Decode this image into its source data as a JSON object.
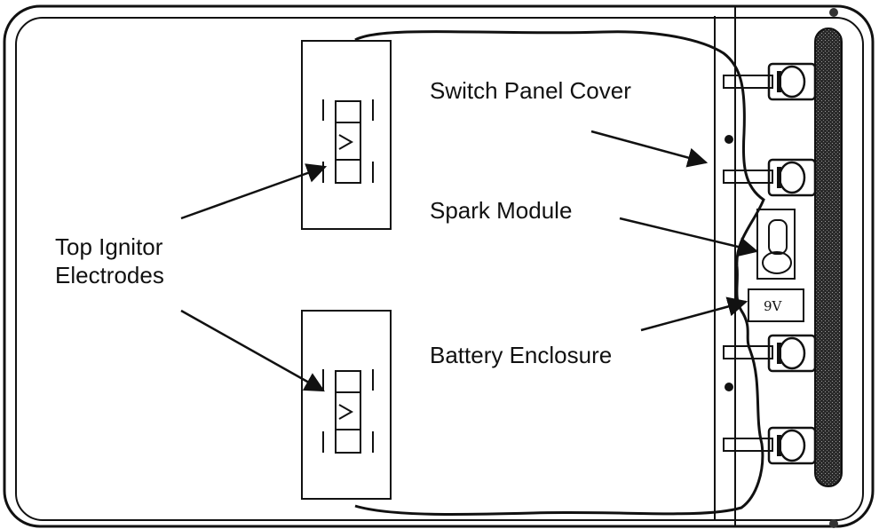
{
  "labels": {
    "switch_panel_cover": "Switch Panel Cover",
    "spark_module": "Spark Module",
    "battery_enclosure": "Battery Enclosure",
    "top_ignitor_electrodes_line1": "Top Ignitor",
    "top_ignitor_electrodes_line2": "Electrodes",
    "battery_voltage": "9V"
  },
  "colors": {
    "line": "#111111",
    "background": "#ffffff",
    "stipple": "#3a3a3a"
  }
}
